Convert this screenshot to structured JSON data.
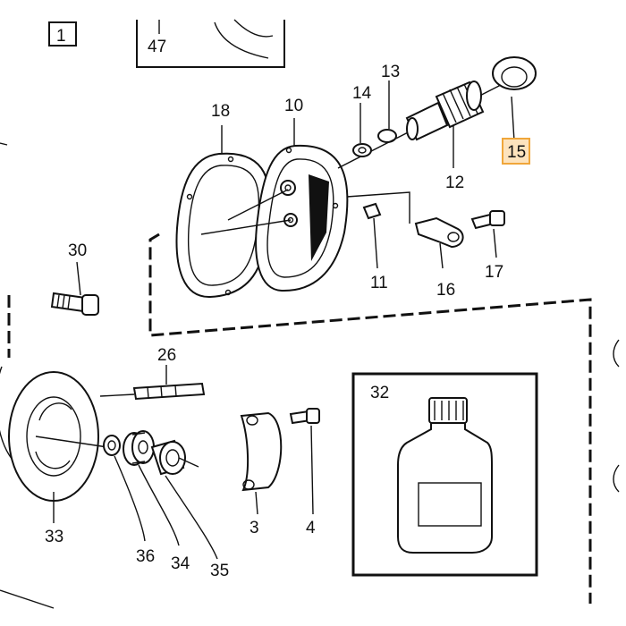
{
  "page_marker": "1",
  "highlight": {
    "label": "15",
    "color": "#f0a63a",
    "fill": "#fde3bd"
  },
  "parts": {
    "p47": "47",
    "p18": "18",
    "p10": "10",
    "p14": "14",
    "p13": "13",
    "p12": "12",
    "p11": "11",
    "p16": "16",
    "p17": "17",
    "p30": "30",
    "p26": "26",
    "p32": "32",
    "p33": "33",
    "p36": "36",
    "p34": "34",
    "p35": "35",
    "p3": "3",
    "p4": "4"
  }
}
